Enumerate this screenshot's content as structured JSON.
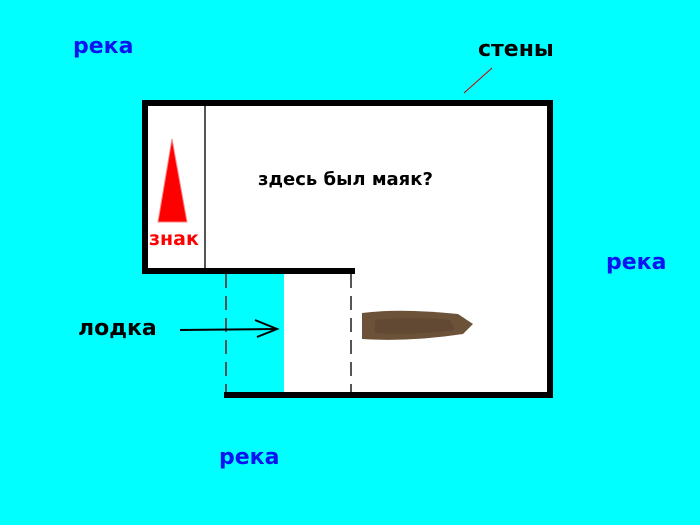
{
  "labels": {
    "river_top_left": "река",
    "river_right": "река",
    "river_bottom": "река",
    "walls": "стены",
    "boat": "лодка",
    "sign": "знак",
    "lighthouse_question": "здесь был маяк?"
  },
  "colors": {
    "water": "#00ffff",
    "river_text": "#0a14f0",
    "sign": "#ff0000",
    "boat": "#6b5238"
  }
}
